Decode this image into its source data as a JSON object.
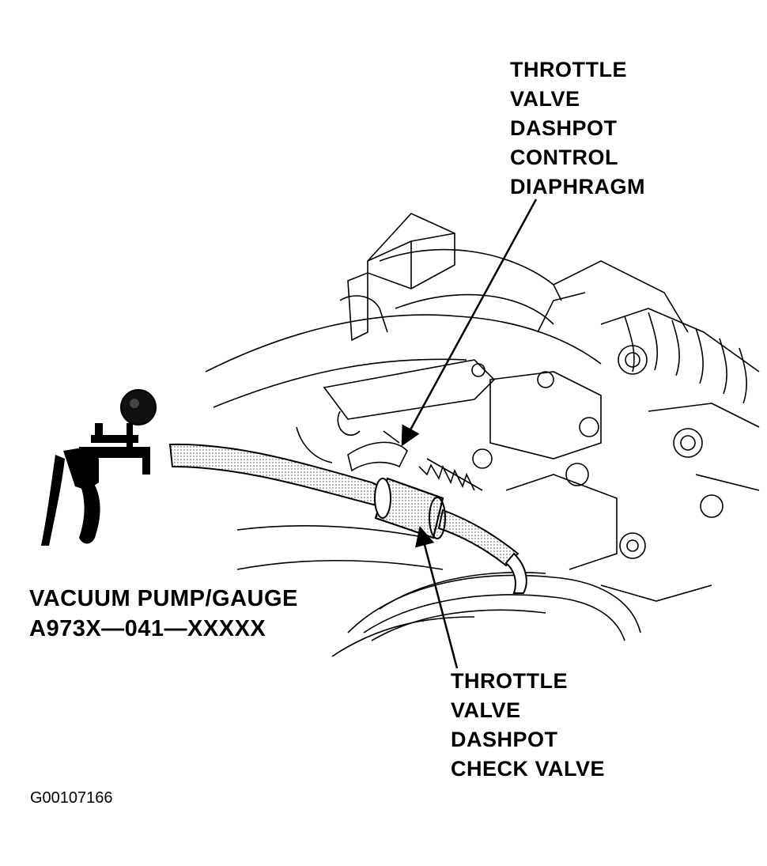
{
  "labels": {
    "diaphragm": [
      "THROTTLE",
      "VALVE",
      "DASHPOT",
      "CONTROL",
      "DIAPHRAGM"
    ],
    "check_valve": [
      "THROTTLE",
      "VALVE",
      "DASHPOT",
      "CHECK VALVE"
    ],
    "pump": [
      "VACUUM PUMP/GAUGE",
      "A973X—041—XXXXX"
    ]
  },
  "figure_id": "G00107166",
  "colors": {
    "ink": "#000000",
    "background": "#ffffff"
  }
}
